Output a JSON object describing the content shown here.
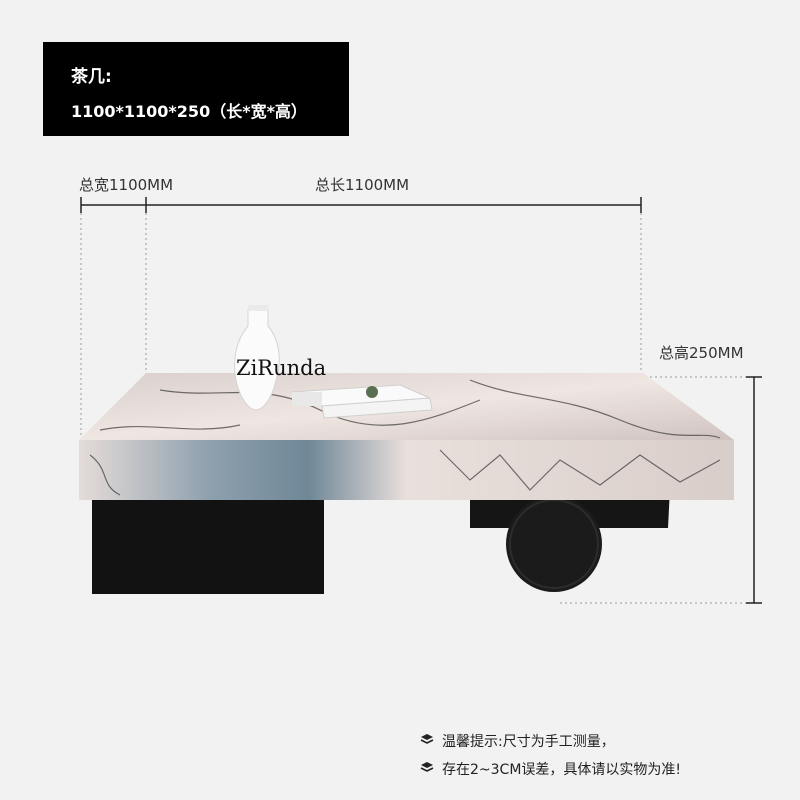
{
  "header": {
    "label": "茶几:",
    "size": "1100*1100*250（长*宽*高）"
  },
  "dimensions": {
    "width": "总宽1100MM",
    "length": "总长1100MM",
    "height": "总高250MM"
  },
  "brand": "ZiRunda",
  "notes": [
    "温馨提示:尺寸为手工测量，",
    "存在2~3CM误差，具体请以实物为准!"
  ],
  "colors": {
    "background": "#f2f2f2",
    "banner": "#000000",
    "dimension_line": "#222222",
    "base": "#111111"
  }
}
